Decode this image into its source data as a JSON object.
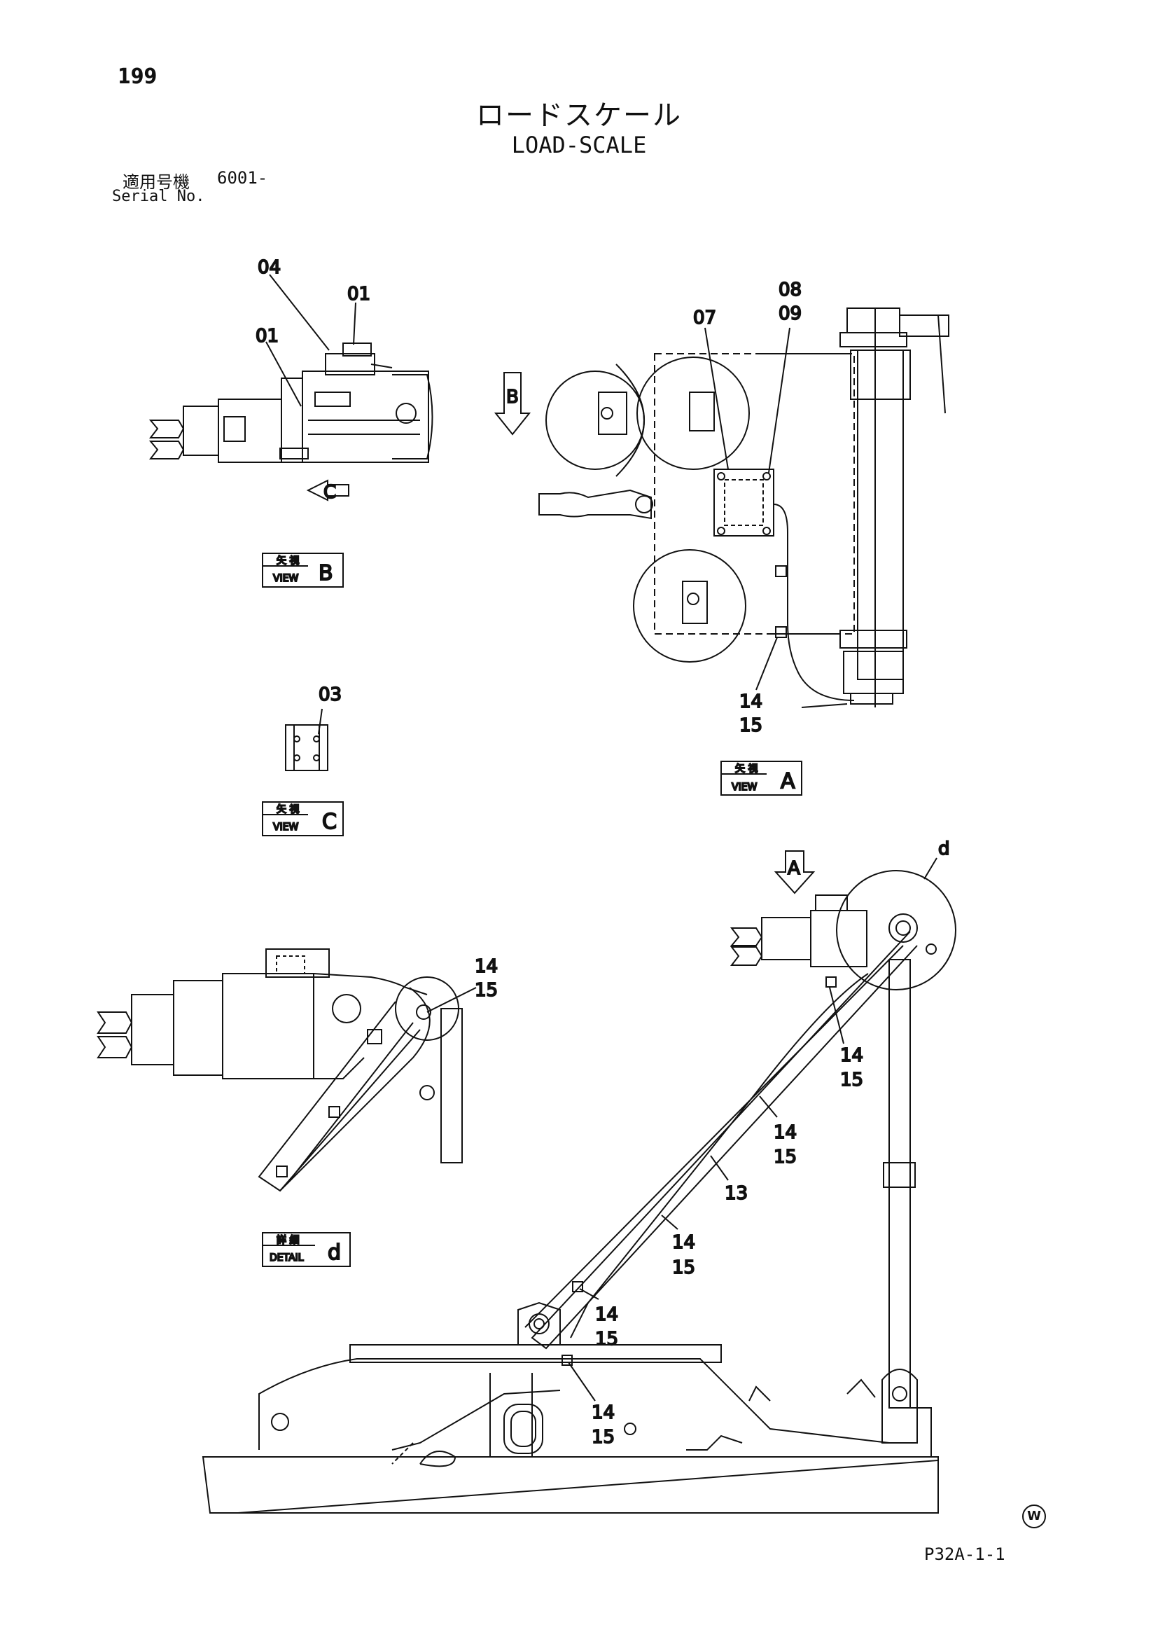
{
  "page_number": "199",
  "title_jp": "ロードスケール",
  "title_en": "LOAD-SCALE",
  "serial": {
    "label_jp": "適用号機",
    "value": "6001-",
    "label_en": "Serial No."
  },
  "views": {
    "view_b": {
      "jp": "矢 視",
      "en": "VIEW",
      "letter": "B"
    },
    "view_a": {
      "jp": "矢 視",
      "en": "VIEW",
      "letter": "A"
    },
    "view_c": {
      "jp": "矢 視",
      "en": "VIEW",
      "letter": "C"
    },
    "detail_d": {
      "jp": "詳 細",
      "en": "DETAIL",
      "letter": "d"
    }
  },
  "arrows": {
    "arrow_b": "B",
    "arrow_c": "C",
    "arrow_a": "A"
  },
  "callouts": {
    "c04": "04",
    "c01_top": "01",
    "c01_left": "01",
    "c08": "08",
    "c09": "09",
    "c07": "07",
    "c03": "03",
    "c14_a": "14",
    "c15_a": "15",
    "c14_detail": "14",
    "c15_detail": "15",
    "c_d": "d",
    "c14_m1": "14",
    "c15_m1": "15",
    "c14_m2": "14",
    "c15_m2": "15",
    "c13": "13",
    "c14_m3": "14",
    "c15_m3": "15",
    "c14_m4": "14",
    "c15_m4": "15",
    "c14_m5": "14",
    "c15_m5": "15"
  },
  "footer": {
    "code": "P32A-1-1",
    "badge": "W"
  }
}
